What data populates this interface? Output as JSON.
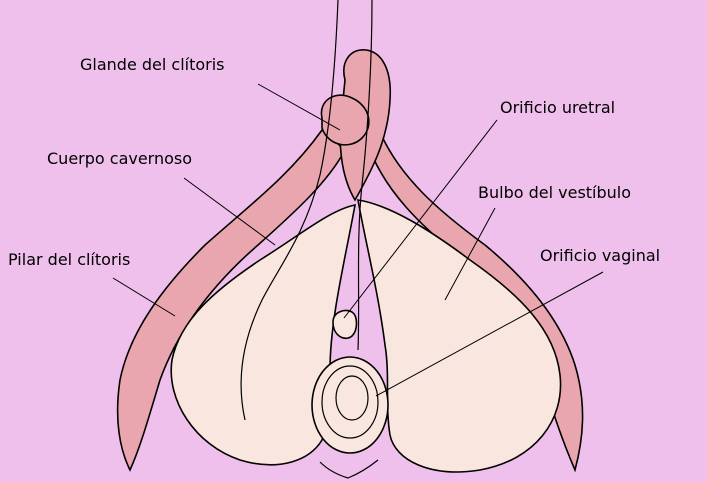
{
  "colors": {
    "background": "#f0c0ec",
    "tissue_pink": "#e9a6ae",
    "tissue_cream": "#f9e7df",
    "outline": "#000000"
  },
  "labels": {
    "glans": "Glande del clítoris",
    "urethral_orifice": "Orificio uretral",
    "corpus_cavernosum": "Cuerpo cavernoso",
    "vestibular_bulb": "Bulbo del vestíbulo",
    "crus": "Pilar del clítoris",
    "vaginal_orifice": "Orificio vaginal"
  }
}
